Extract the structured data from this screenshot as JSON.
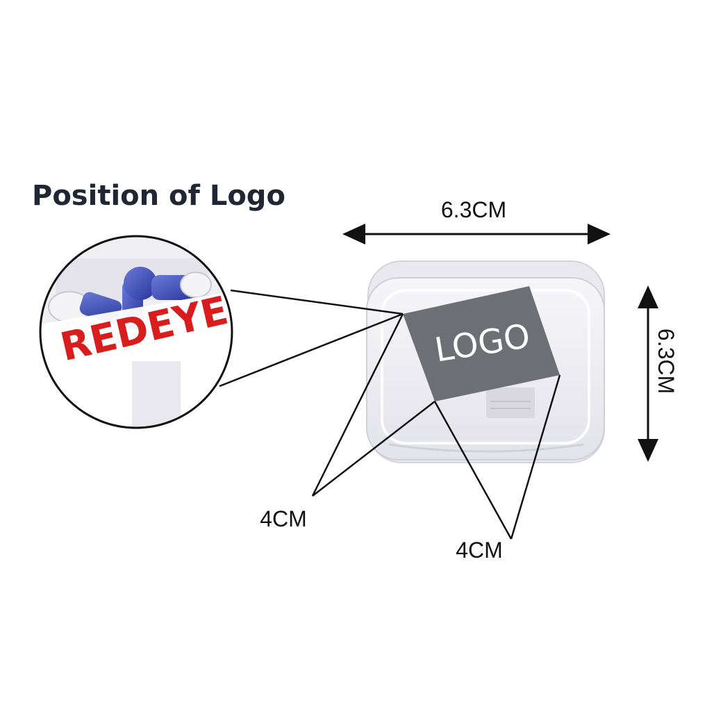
{
  "title": "Position of Logo",
  "dimensions": {
    "width": "6.3CM",
    "height": "6.3CM",
    "logo_width": "4CM",
    "logo_height": "4CM"
  },
  "logo_area_text": "LOGO",
  "example_brand_text": "REDEYE",
  "colors": {
    "title": "#1e2733",
    "logo_area": "#6c7074",
    "brand_text": "#d91c1c",
    "earbud_blue": "#3344b0"
  },
  "icons": [
    "earphone-case",
    "zoom-magnifier-circle",
    "earbuds"
  ]
}
